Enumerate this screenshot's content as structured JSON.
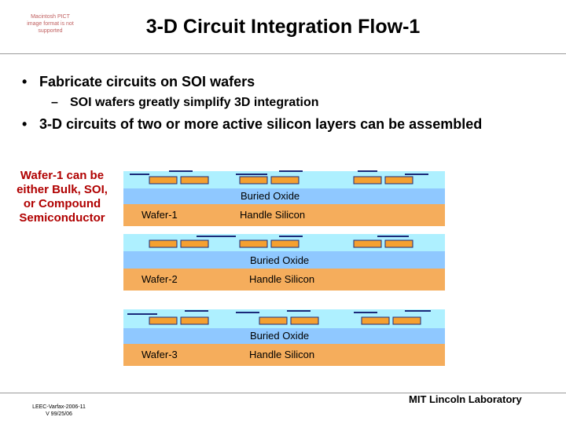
{
  "header": {
    "logo_note": "Macintosh PICT image format is not supported",
    "title": "3-D Circuit Integration Flow-1"
  },
  "bullets": [
    {
      "marker": "•",
      "text": "Fabricate circuits on SOI wafers"
    },
    {
      "marker": "•",
      "text": "3-D circuits of two or more active silicon layers can be assembled"
    }
  ],
  "sub_bullet": {
    "marker": "–",
    "text": "SOI wafers greatly simplify 3D integration"
  },
  "side_note": {
    "lines": [
      "Wafer-1 can be",
      "either Bulk, SOI,",
      "or Compound",
      "Semiconductor"
    ],
    "color": "#b00000"
  },
  "wafers": [
    {
      "name": "Wafer-1",
      "oxide_label": "Buried Oxide",
      "handle_label": "Handle Silicon"
    },
    {
      "name": "Wafer-2",
      "oxide_label": "Buried Oxide",
      "handle_label": "Handle Silicon"
    },
    {
      "name": "Wafer-3",
      "oxide_label": "Buried Oxide",
      "handle_label": "Handle Silicon"
    }
  ],
  "colors": {
    "device_layer": "#aef0ff",
    "oxide": "#8fc8ff",
    "handle_silicon": "#f5ad5c",
    "metal": "#1a2a7a",
    "contact": "#f5a030"
  },
  "footer": {
    "doc_id_line1": "LEEC-Varfax-2006-11",
    "doc_id_line2": "V 99/25/06",
    "organization": "MIT Lincoln Laboratory"
  }
}
